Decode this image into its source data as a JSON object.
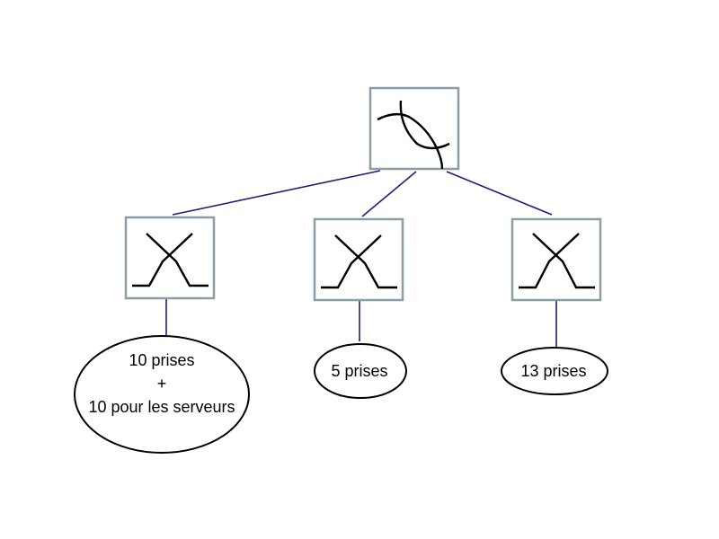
{
  "diagram": {
    "icons": {
      "router": "router-icon",
      "switch": "switch-icon"
    },
    "colors": {
      "link": "#2a1a7a",
      "node_border": "#8c9ea4",
      "glyph": "#000000"
    },
    "outlets": [
      {
        "lines": [
          "10 prises",
          "+",
          "10 pour les serveurs"
        ]
      },
      {
        "lines": [
          "5 prises"
        ]
      },
      {
        "lines": [
          "13 prises"
        ]
      }
    ]
  }
}
